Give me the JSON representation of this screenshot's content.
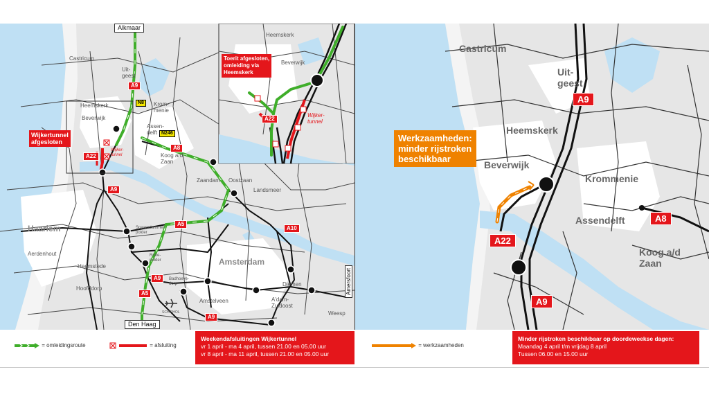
{
  "left": {
    "towns": {
      "alkmaar": "Alkmaar",
      "castricum": "Castricum",
      "uitgeest": "Uit-\ngeest",
      "heemskerk": "Heemskerk",
      "beverwijk": "Beverwijk",
      "krommenie": "Krom-\nmenie",
      "assendelft": "Assen-\ndelft",
      "koog": "Koog a/d\nZaan",
      "zaandam": "Zaandam",
      "oostzaan": "Oostzaan",
      "landsmeer": "Landsmeer",
      "haarlem": "Haarlem",
      "aerdenhout": "Aerdenhout",
      "heemstede": "Heemstede",
      "hoofddorp": "Hoofddorp",
      "amsterdam": "Amsterdam",
      "amstelveen": "Amstelveen",
      "diemen": "Diemen",
      "zuidoost": "A'dam-\nZuidoost",
      "weesp": "Weesp",
      "amersfoort": "Amersfoort",
      "denhaag": "Den Haag",
      "schiphol": "SCHIPHOL",
      "spaarndam": "Spaarndammer-\npolder",
      "rottepolder": "Rotte-\npolder",
      "badhoevedorp": "Badhoeve-\ndorp"
    },
    "inset_towns": {
      "heemskerk": "Heemskerk",
      "beverwijk": "Beverwijk"
    },
    "roads": {
      "a9": "A9",
      "a22": "A22",
      "a8": "A8",
      "a5": "A5",
      "a10": "A10",
      "n8": "N8",
      "n246": "N246"
    },
    "closure_tunnel": "Wijkertunnel\nafgesloten",
    "tunnel_label": "Wijker-\ntunnel",
    "inset_callout": "Toerit afgesloten,\nomleiding via\nHeemskerk",
    "legend_detour": "= omleidingsroute",
    "legend_closure": "= afsluiting",
    "info_title": "Weekendafsluitingen Wijkertunnel",
    "info_line1": "vr 1 april - ma 4 april, tussen 21.00 en 05.00 uur",
    "info_line2": "vr 8 april - ma 11 april, tussen 21.00 en 05.00 uur"
  },
  "right": {
    "towns": {
      "castricum": "Castricum",
      "uitgeest": "Uit-\ngeest",
      "heemskerk": "Heemskerk",
      "beverwijk": "Beverwijk",
      "krommenie": "Krommenie",
      "assendelft": "Assendelft",
      "koog": "Koog a/d\nZaan"
    },
    "roads": {
      "a9_top": "A9",
      "a22": "A22",
      "a9_bottom": "A9",
      "a8": "A8"
    },
    "works_callout": "Werkzaamheden:\nminder rijstroken\nbeschikbaar",
    "legend_works": "= werkzaamheden",
    "info_title": "Minder rijstroken beschikbaar op doordeweekse dagen:",
    "info_line1": "Maandag 4 april t/m vrijdag 8 april",
    "info_line2": "Tussen 06.00 en 15.00 uur"
  },
  "colors": {
    "detour": "#3fae2a",
    "closure": "#e4161b",
    "works": "#ef8200",
    "water": "#bfe0f4",
    "land": "#e6e6e6"
  },
  "icons": [
    "detour-arrow-icon",
    "closure-x-icon",
    "works-arrow-icon",
    "airplane-icon"
  ]
}
